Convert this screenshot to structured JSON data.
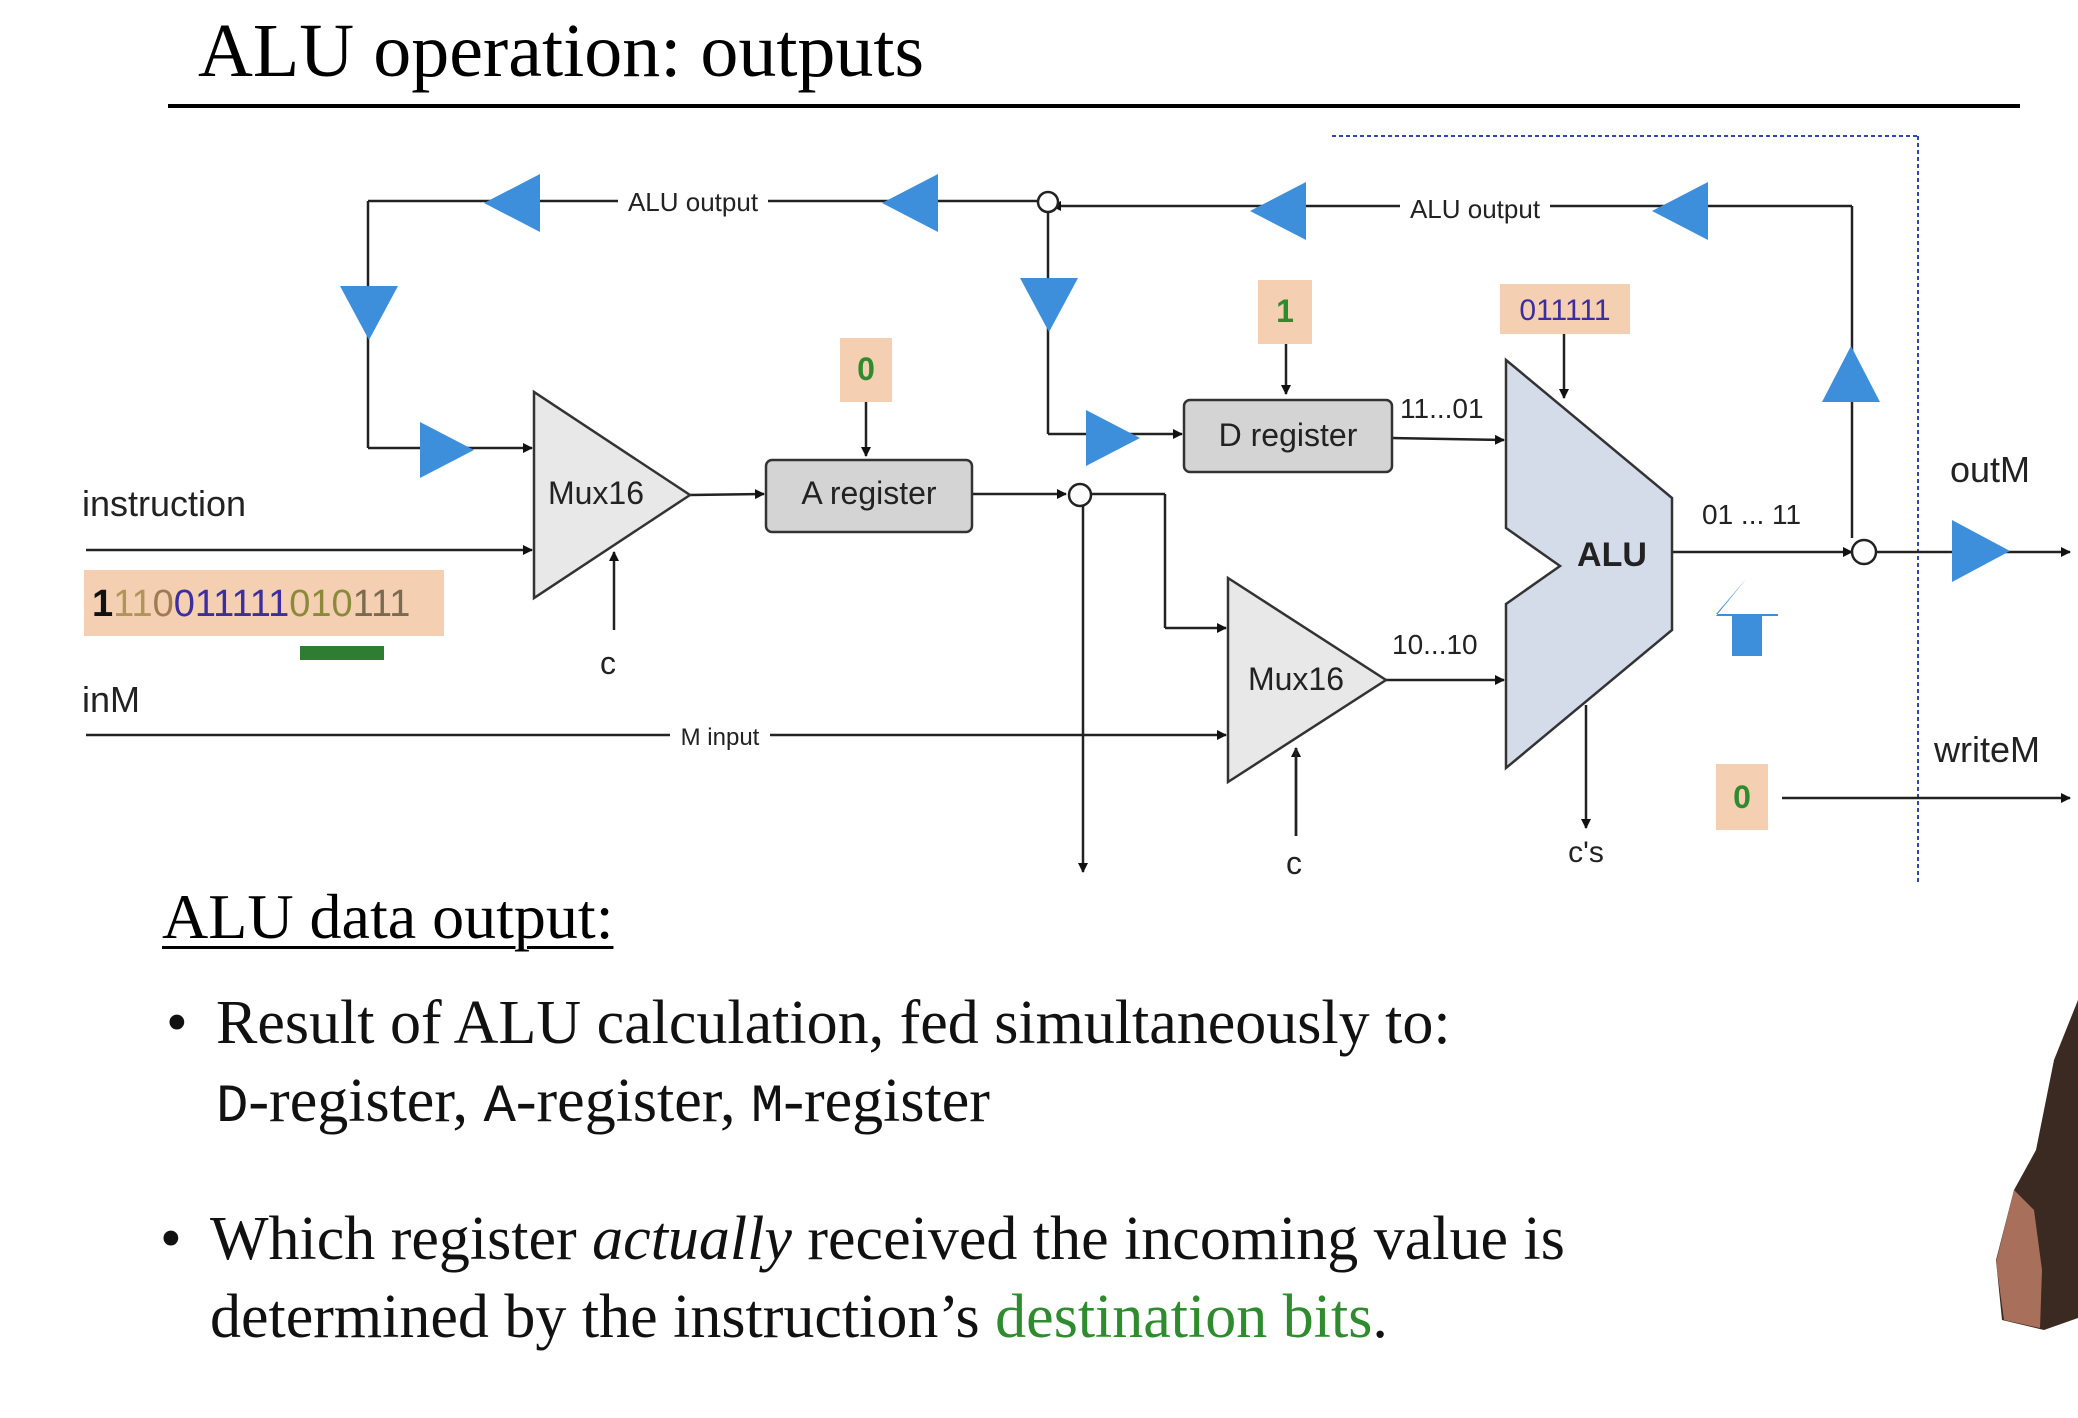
{
  "title": "ALU operation: outputs",
  "diagram": {
    "labels": {
      "alu_output_left": "ALU output",
      "alu_output_right": "ALU output",
      "instruction": "instruction",
      "inM": "inM",
      "m_input": "M input",
      "outM": "outM",
      "writeM": "writeM",
      "c1": "c",
      "c2": "c",
      "cs": "c's",
      "bus_d_alu": "11...01",
      "bus_mux_alu": "10...10",
      "bus_alu_out": "01 ... 11"
    },
    "components": {
      "mux1": "Mux16",
      "mux2": "Mux16",
      "a_register": "A register",
      "d_register": "D register",
      "alu": "ALU"
    },
    "control_values": {
      "a_load": "0",
      "d_load": "1",
      "alu_control": "011111",
      "write_m": "0"
    },
    "instruction_bits": [
      {
        "text": "1",
        "color": "#111111"
      },
      {
        "text": "11",
        "color": "#b0955a"
      },
      {
        "text": "0",
        "color": "#a07a50"
      },
      {
        "text": "011111",
        "color": "#3b2ea0"
      },
      {
        "text": "010",
        "color": "#8a8a3a"
      },
      {
        "text": "111",
        "color": "#7a6a50"
      }
    ],
    "colors": {
      "arrow_blue": "#3d8fdc",
      "value_box": "#f5cfb2",
      "component_fill": "#d4d4d4",
      "alu_fill": "#d4dcea",
      "destination_underline": "#2e7d32"
    }
  },
  "section": {
    "heading": "ALU data output:",
    "bullet1": {
      "line1": "Result of ALU calculation, fed simultaneously to:",
      "d": "D",
      "d_rest": "-register, ",
      "a": "A",
      "a_rest": "-register, ",
      "m": "M",
      "m_rest": "-register"
    },
    "bullet2": {
      "pre": "Which register ",
      "em": "actually",
      "post": " received the incoming value is",
      "line2_pre": "determined by the instruction’s ",
      "line2_green": "destination bits",
      "line2_end": "."
    }
  }
}
